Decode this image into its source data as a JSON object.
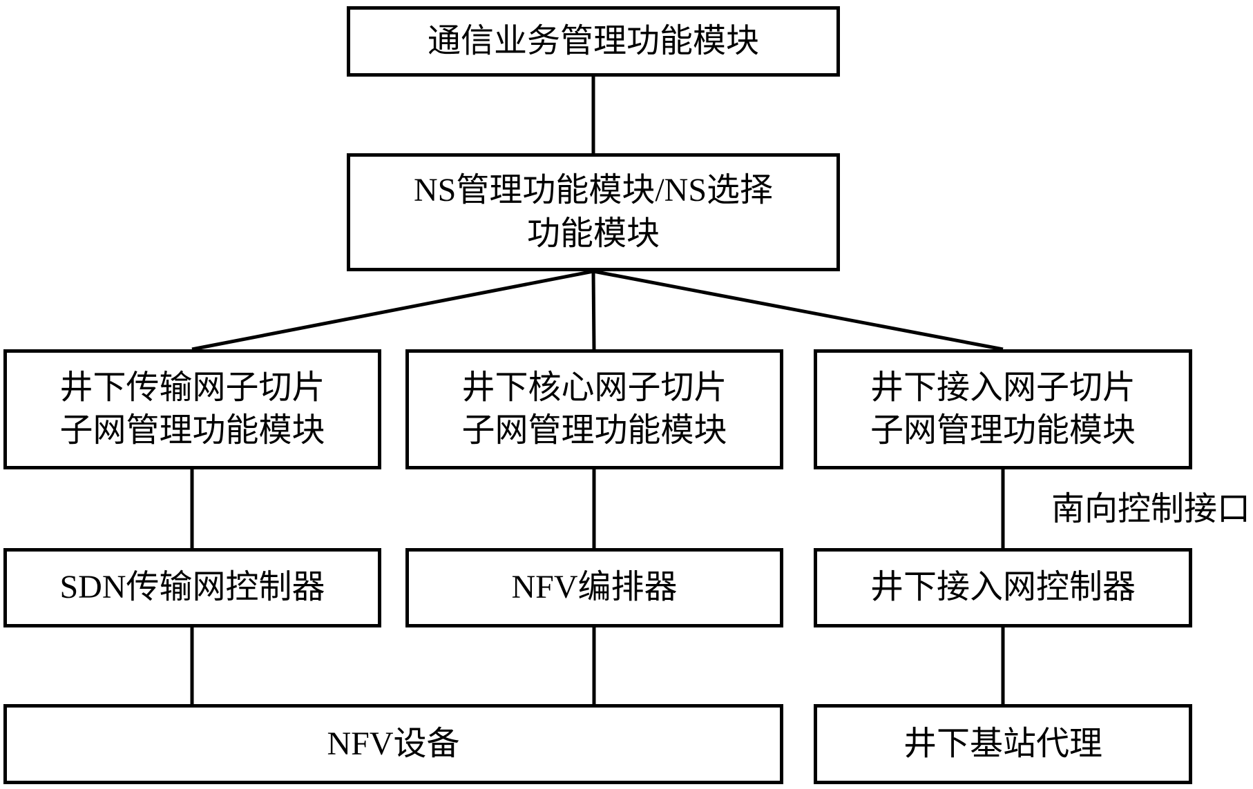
{
  "diagram": {
    "colors": {
      "background": "#ffffff",
      "box_border": "#000000",
      "line": "#000000",
      "text": "#000000"
    },
    "nodes": {
      "comm_service": {
        "label": "通信业务管理功能模块"
      },
      "ns_mgmt": {
        "label": "NS管理功能模块/NS选择\n功能模块"
      },
      "transport_slice": {
        "label": "井下传输网子切片\n子网管理功能模块"
      },
      "core_slice": {
        "label": "井下核心网子切片\n子网管理功能模块"
      },
      "access_slice": {
        "label": "井下接入网子切片\n子网管理功能模块"
      },
      "sdn_controller": {
        "label": "SDN传输网控制器"
      },
      "nfv_orchestrator": {
        "label": "NFV编排器"
      },
      "access_controller": {
        "label": "井下接入网控制器"
      },
      "nfv_device": {
        "label": "NFV设备"
      },
      "bs_agent": {
        "label": "井下基站代理"
      }
    },
    "annotations": {
      "southbound": "南向控制接口"
    }
  }
}
